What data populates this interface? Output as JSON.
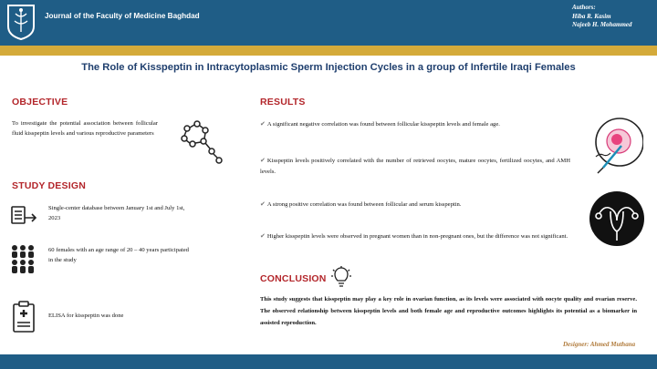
{
  "header": {
    "journal_name": "Journal of the Faculty of Medicine Baghdad",
    "authors_label": "Authors:",
    "authors": [
      "Hiba R. Kasim",
      "Najeeb H. Mohammed"
    ]
  },
  "title": "The Role of Kisspeptin in Intracytoplasmic Sperm Injection Cycles in a group of Infertile Iraqi Females",
  "objective": {
    "heading": "OBJECTIVE",
    "text": "To investigate the potential association between follicular fluid kisspeptin levels and various reproductive parameters"
  },
  "study_design": {
    "heading": "STUDY DESIGN",
    "items": [
      {
        "icon": "database-icon",
        "text": "Single-center database between January 1st and July 1st, 2023"
      },
      {
        "icon": "people-group-icon",
        "text": "60 females with an age range of 20 – 40 years participated in the study"
      },
      {
        "icon": "clipboard-medical-icon",
        "text": "ELISA for kisspeptin was done"
      }
    ]
  },
  "results": {
    "heading": "RESULTS",
    "items": [
      "A significant negative correlation was found between follicular kisspeptin levels and female age.",
      "Kisspeptin levels positively correlated with the number of retrieved oocytes, mature oocytes, fertilized oocytes, and AMH levels.",
      "A strong positive correlation was found between follicular and serum kisspeptin.",
      "Higher kisspeptin levels were observed in pregnant women than in non-pregnant ones, but the difference was not significant."
    ]
  },
  "conclusion": {
    "heading": "CONCLUSION",
    "text": "This study suggests that kisspeptin may play a key role in ovarian function, as its levels were associated with oocyte quality and ovarian reserve. The observed relationship between kisspeptin levels and both female age and reproductive outcomes highlights its potential as a biomarker in assisted reproduction."
  },
  "designer": "Designer: Ahmed Muthana",
  "colors": {
    "header_blue": "#1f5d86",
    "gold_band": "#d4aa3a",
    "section_red": "#b3262b",
    "title_navy": "#1f3f6e"
  }
}
